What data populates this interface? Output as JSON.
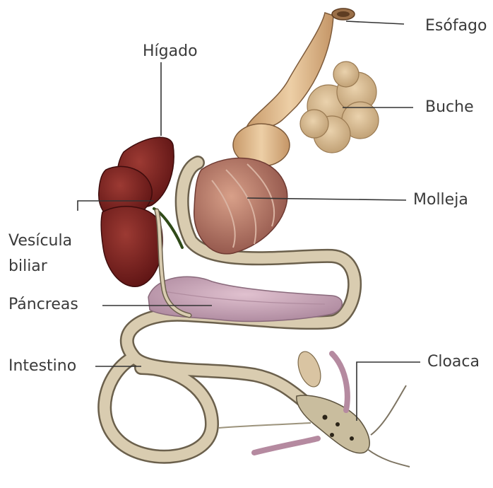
{
  "labels": {
    "esofago": "Esófago",
    "higado": "Hígado",
    "buche": "Buche",
    "molleja": "Molleja",
    "vesicula_line1": "Vesícula",
    "vesicula_line2": "biliar",
    "pancreas": "Páncreas",
    "intestino": "Intestino",
    "cloaca": "Cloaca"
  },
  "colors": {
    "background": "#ffffff",
    "label_text": "#3a3a3a",
    "leader_line": "#333333",
    "intestine": "#d9ccb0",
    "intestine_edge": "#6b604c",
    "esophagus": "#e2bf92",
    "crop": "#dcc199",
    "liver": "#7a1f1f",
    "gizzard": "#b87a6a",
    "pancreas": "#cfa7b8",
    "bile_duct": "#4a6a2a"
  }
}
